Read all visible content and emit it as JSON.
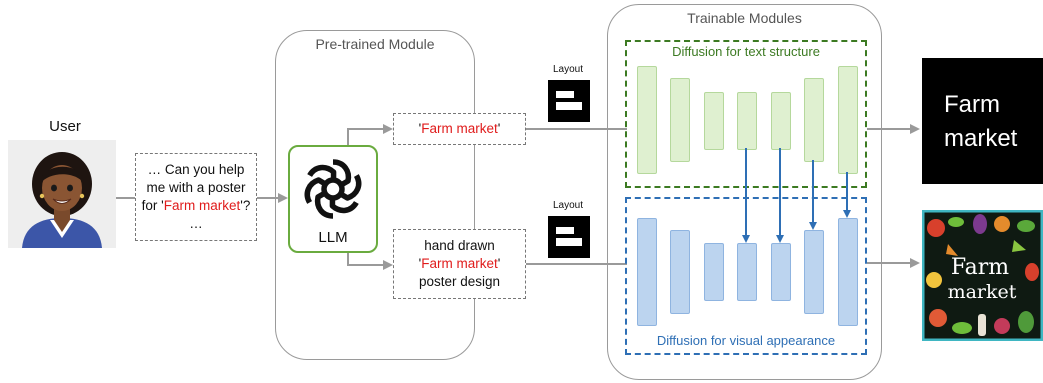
{
  "user": {
    "label": "User"
  },
  "query": {
    "part1": "… Can you help me with a poster for '",
    "highlight": "Farm market",
    "part2": "'? …"
  },
  "pretrained": {
    "title": "Pre-trained Module",
    "llm_label": "LLM"
  },
  "text_prompt": {
    "quote_open": "'",
    "highlight": "Farm market",
    "quote_close": "'"
  },
  "visual_prompt": {
    "line1": "hand drawn",
    "highlight": "Farm market",
    "line3": "poster design"
  },
  "layout": {
    "label_top": "Layout",
    "label_bottom": "Layout"
  },
  "trainable": {
    "title": "Trainable Modules",
    "text_structure_label": "Diffusion for text structure",
    "visual_appearance_label": "Diffusion for visual appearance"
  },
  "output": {
    "text_line1": "Farm",
    "text_line2": "market",
    "poster_line1": "Farm",
    "poster_line2": "market"
  },
  "colors": {
    "highlight": "#e01b1b",
    "green_border": "#3c7a22",
    "green_fill": "#dff0d0",
    "blue_border": "#2e6fb5",
    "blue_fill": "#bcd4ef",
    "arrow_gray": "#9a9a9a",
    "llm_border": "#6aab3f"
  },
  "icons": [
    "user-avatar",
    "openai-logo-icon",
    "layout-icon"
  ]
}
